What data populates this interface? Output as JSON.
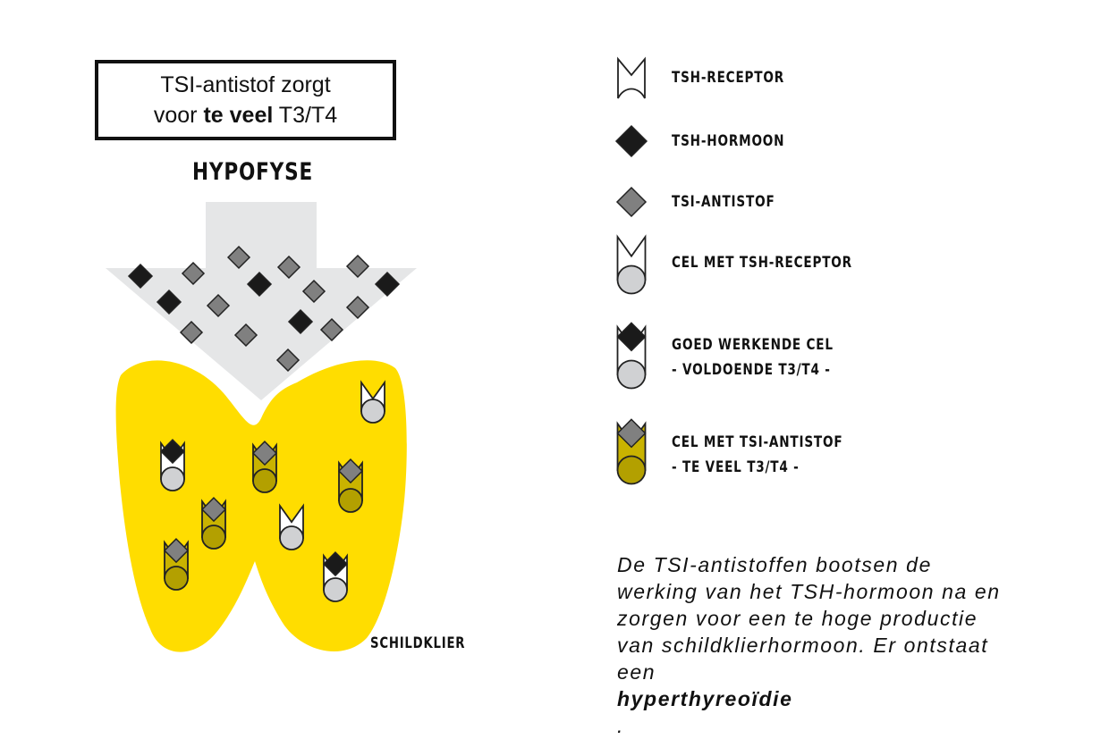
{
  "callout": {
    "line1": "TSI-antistof zorgt",
    "line2_prefix": "voor ",
    "line2_bold": "te veel",
    "line2_suffix": " T3/T4"
  },
  "diagram": {
    "pituitary_label": "HYPOFYSE",
    "thyroid_label": "SCHILDKLIER"
  },
  "legend": [
    {
      "symbol": "tsh-receptor",
      "lines": [
        "TSH-RECEPTOR"
      ]
    },
    {
      "symbol": "tsh-hormone",
      "lines": [
        "TSH-HORMOON"
      ]
    },
    {
      "symbol": "tsi-antibody",
      "lines": [
        "TSI-ANTISTOF"
      ]
    },
    {
      "symbol": "cell-with-receptor",
      "lines": [
        "CEL MET TSH-RECEPTOR"
      ]
    },
    {
      "symbol": "working-cell",
      "lines": [
        "GOED WERKENDE CEL",
        "- VOLDOENDE T3/T4 -"
      ]
    },
    {
      "symbol": "tsi-cell",
      "lines": [
        "CEL MET TSI-ANTISTOF",
        "- TE VEEL T3/T4 -"
      ]
    }
  ],
  "explanation": {
    "line1": "De TSI-antistoffen bootsen de",
    "line2": "werking van het TSH-hormoon na en",
    "line3": "zorgen voor een te hoge productie",
    "line4": "van schildklierhormoon. Er ontstaat",
    "line5_prefix": "een ",
    "line5_bold": "hyperthyreoïdie",
    "line5_suffix": "."
  },
  "colors": {
    "thyroid": "#FFDD00",
    "arrow": "#E5E6E7",
    "tsh_hormone": "#1A1A1A",
    "tsi_antibody": "#808080",
    "cell_white": "#FFFFFF",
    "cell_circle": "#D0D1D3",
    "tsi_cell_body": "#C9B300",
    "tsi_cell_circle": "#B3A000",
    "outline": "#222222"
  }
}
